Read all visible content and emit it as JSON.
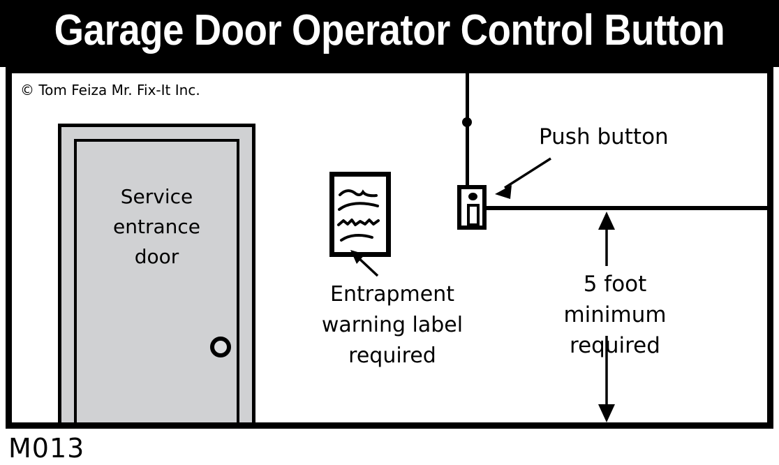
{
  "header": {
    "title": "Garage Door Operator Control Button"
  },
  "figure": {
    "copyright": "© Tom Feiza Mr. Fix-It Inc.",
    "code": "M013",
    "door": {
      "label": "Service\nentrance\ndoor",
      "label_lines": [
        "Service",
        "entrance",
        "door"
      ],
      "knob_name": "doorknob"
    },
    "warning_label": {
      "caption_lines": [
        "Entrapment",
        "warning label",
        "required"
      ],
      "caption": "Entrapment warning label required",
      "squiggle_count": 4
    },
    "push_button": {
      "caption": "Push button"
    },
    "dimension": {
      "caption_lines": [
        "5 foot",
        "minimum",
        "required"
      ],
      "caption": "5 foot minimum required",
      "value": "5 foot",
      "qualifier": "minimum required"
    }
  },
  "colors": {
    "title_bar_bg": "#000000",
    "title_text": "#ffffff",
    "ink": "#000000",
    "door_fill": "#d0d1d3",
    "knob_fill": "#dcdddf",
    "page_bg": "#ffffff"
  }
}
